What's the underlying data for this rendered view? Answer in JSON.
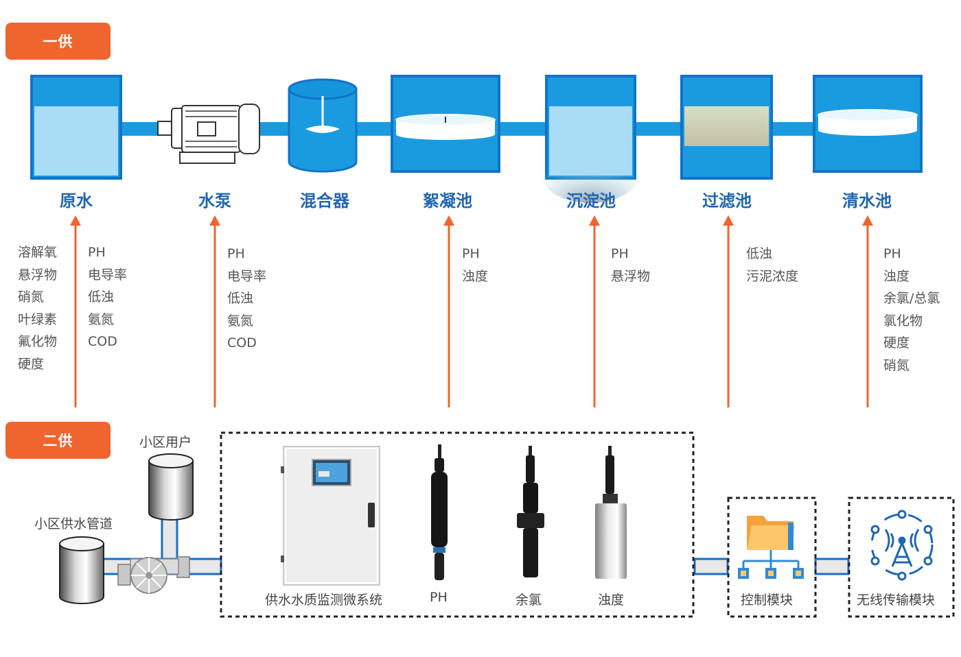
{
  "sections": {
    "first_supply": "一供",
    "second_supply": "二供"
  },
  "stages": [
    {
      "id": "raw-water",
      "label": "原水"
    },
    {
      "id": "pump",
      "label": "水泵"
    },
    {
      "id": "mixer",
      "label": "混合器"
    },
    {
      "id": "flocculation",
      "label": "絮凝池"
    },
    {
      "id": "sedimentation",
      "label": "沉淀池"
    },
    {
      "id": "filtration",
      "label": "过滤池"
    },
    {
      "id": "clear-water",
      "label": "清水池"
    }
  ],
  "parameters": {
    "raw_water_col1": [
      "溶解氧",
      "悬浮物",
      "硝氮",
      "叶绿素",
      "氟化物",
      "硬度"
    ],
    "raw_water_col2": [
      "PH",
      "电导率",
      "低浊",
      "氨氮",
      "COD"
    ],
    "pump": [
      "PH",
      "电导率",
      "低浊",
      "氨氮",
      "COD"
    ],
    "flocculation": [
      "PH",
      "浊度"
    ],
    "sedimentation": [
      "PH",
      "悬浮物"
    ],
    "filtration": [
      "低浊",
      "污泥浓度"
    ],
    "clear_water": [
      "PH",
      "浊度",
      "余氯/总氯",
      "氯化物",
      "硬度",
      "硝氮"
    ]
  },
  "secondary": {
    "community_user": "小区用户",
    "community_pipe": "小区供水管道",
    "system": "供水水质监测微系统",
    "sensor_ph": "PH",
    "sensor_chlorine": "余氯",
    "sensor_turbidity": "浊度",
    "control_module": "控制模块",
    "wireless_module": "无线传输模块"
  },
  "colors": {
    "accent_orange": "#f0642d",
    "water_blue": "#1a9be0",
    "label_blue": "#1f66b3",
    "frame_blue": "#1273c9"
  }
}
